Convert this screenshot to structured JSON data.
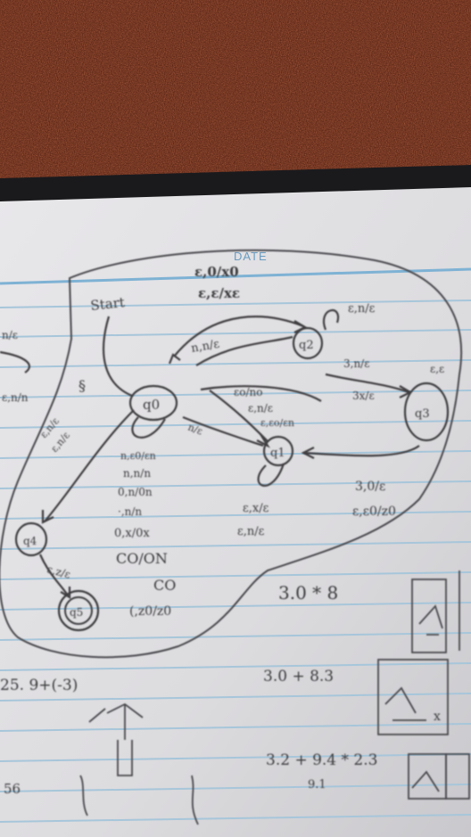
{
  "photo": {
    "colors": {
      "carpet": "#5a1e0e",
      "carpet_dark": "#2f0e06",
      "paper": "#e2e1e4",
      "rule_line": "#9cc2da",
      "header_line": "#6fa8cf",
      "pencil": "#4a494d"
    },
    "header_label": "DATE",
    "states": {
      "q0": "q0",
      "q1": "q1",
      "q2": "q2",
      "q3": "q3",
      "q4": "q4",
      "q5": "q5"
    },
    "labels": {
      "start": "Start",
      "top_1": "ε,0/x0",
      "top_2": "ε,ε/xε",
      "arc_q0_q2": "n,n/ε",
      "loop_q2": "ε,n/ε",
      "q2_q3_a": "3,n/ε",
      "q2_q3_b": "3x/ε",
      "q3_mark": "ε,ε",
      "mid_1": "εo/no",
      "mid_2": "ε,n/ε",
      "mid_3": "ε,εo/εn",
      "q0_q1": "n/ε",
      "q1_1": "ε,x/ε",
      "q1_2": "ε,n/ε",
      "right_1": "3,0/ε",
      "right_2": "ε,ε0/z0",
      "q0_loop_1": "n,ε0/εn",
      "q0_loop_2": "n,n/n",
      "q0_loop_3": "0,n/0n",
      "q0_loop_4": "·,n/n",
      "q0_loop_5": "0,x/0x",
      "q0_loop_6": "CO/ON",
      "q0_loop_7": "CO",
      "q0_loop_8": "(,z0/z0",
      "left_1": "ε,n/ε",
      "left_2": "ε,n/ε",
      "q4_q5": "ε,z/ε",
      "left_margin_1": "n/ε",
      "left_margin_2": "ε,n/n"
    },
    "math": {
      "expr_1": "3.0 * 8",
      "expr_2": "3.0 + 8.3",
      "expr_3": "3.2 + 9.4 * 2.3",
      "expr_4": "9.1",
      "expr_5": "25. 9+(-3)",
      "expr_6": "56",
      "x_mark": "x"
    }
  }
}
